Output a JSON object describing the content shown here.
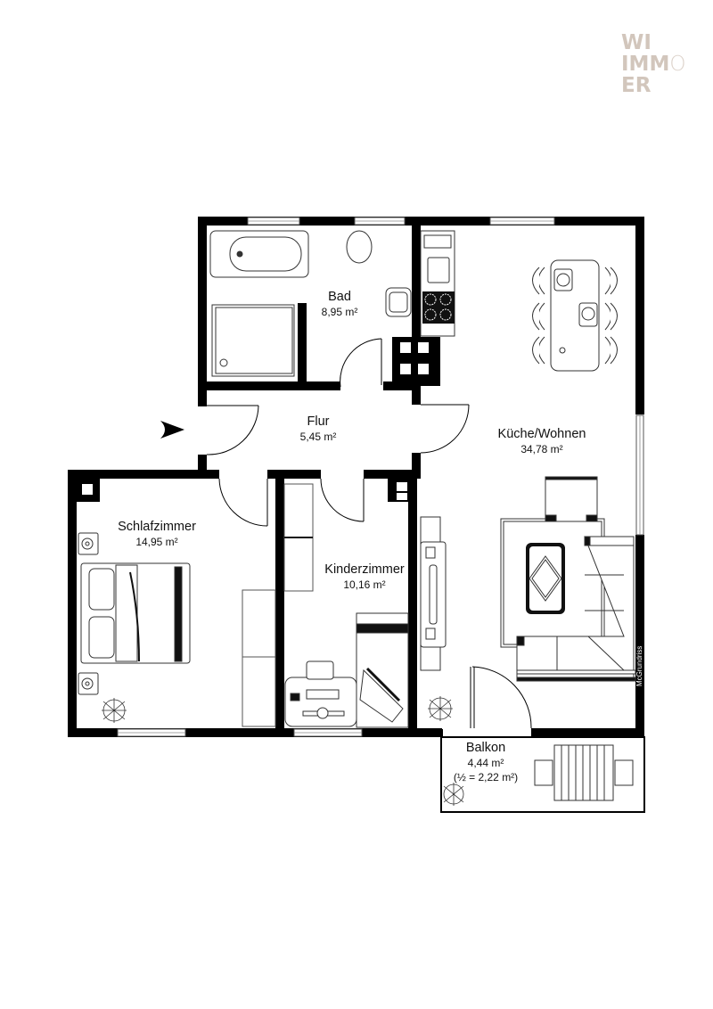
{
  "logo": {
    "line1": "WI",
    "line2_bold": "IMM",
    "line2_light": "O",
    "line3": "ER",
    "color": "#d2c6bc"
  },
  "rooms": {
    "bad": {
      "name": "Bad",
      "area": "8,95 m²"
    },
    "flur": {
      "name": "Flur",
      "area": "5,45 m²"
    },
    "kueche_wohnen": {
      "name": "Küche/Wohnen",
      "area": "34,78 m²"
    },
    "schlafzimmer": {
      "name": "Schlafzimmer",
      "area": "14,95 m²"
    },
    "kinderzimmer": {
      "name": "Kinderzimmer",
      "area": "10,16 m²"
    },
    "balkon": {
      "name": "Balkon",
      "area": "4,44 m²",
      "half_area": "(½ = 2,22 m²)"
    }
  },
  "credit": "McGrundriss",
  "entry_marker": "entrance-arrow",
  "colors": {
    "wall": "#000000",
    "background": "#ffffff",
    "logo": "#d2c6bc"
  }
}
